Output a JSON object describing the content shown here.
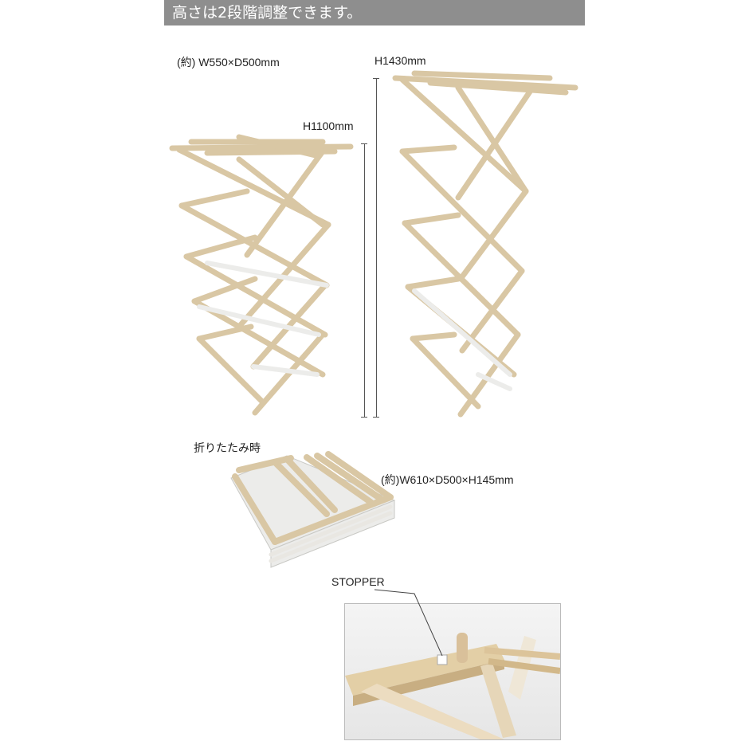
{
  "header": {
    "title": "高さは2段階調整できます。"
  },
  "rack_low": {
    "size_label": "(約) W550×D500mm",
    "height_label": "H1100mm"
  },
  "rack_high": {
    "height_label": "H1430mm"
  },
  "folded": {
    "caption": "折りたたみ時",
    "size_label": "(約)W610×D500×H145mm"
  },
  "stopper": {
    "label": "STOPPER"
  },
  "colors": {
    "wood": "#d9c7a4",
    "wood_dark": "#b9a27a",
    "header_bg": "#8e8e8e",
    "white_wood": "#ececea"
  }
}
